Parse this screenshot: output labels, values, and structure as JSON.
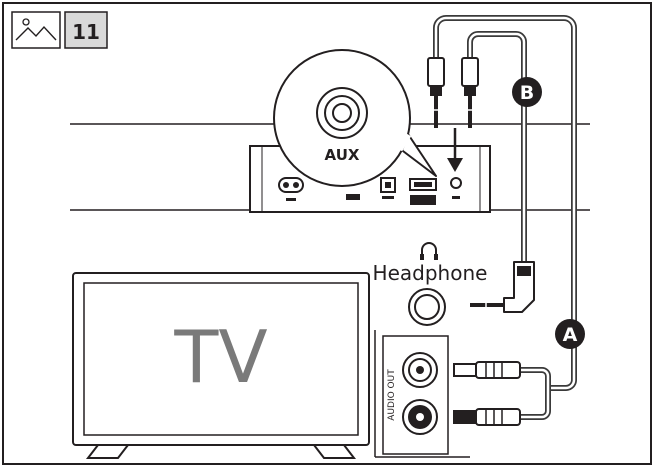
{
  "header": {
    "figure_icon": "image-icon",
    "step_number": "11"
  },
  "soundbar": {
    "port_label": "AUX"
  },
  "tv": {
    "label": "TV",
    "headphone_icon": "headphone-icon",
    "headphone_label": "Headphone",
    "audio_out_label": "AUDIO OUT"
  },
  "cables": {
    "a_label": "A",
    "b_label": "B"
  },
  "colors": {
    "line": "#231f20",
    "cable": "#3a3a3a",
    "badge_fill": "#231f20",
    "badge_text": "#ffffff",
    "step_box_fill": "#d9d9d9"
  }
}
